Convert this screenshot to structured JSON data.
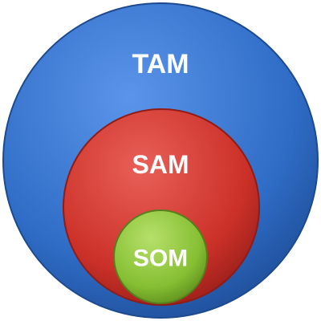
{
  "diagram": {
    "tam": {
      "label": "TAM",
      "color": "#3a76d0"
    },
    "sam": {
      "label": "SAM",
      "color": "#d33a33"
    },
    "som": {
      "label": "SOM",
      "color": "#8cc63f"
    }
  }
}
